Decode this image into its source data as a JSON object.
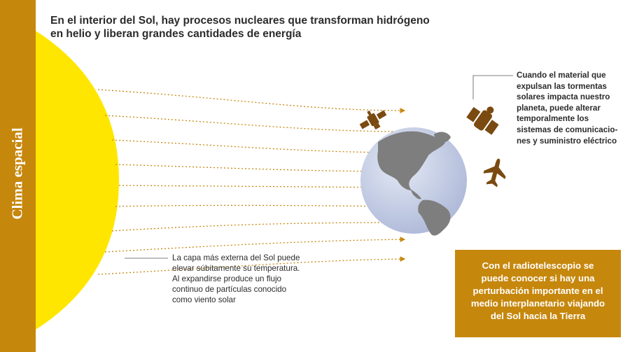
{
  "colors": {
    "accent": "#c6870d",
    "sun_yellow": "#ffe600",
    "flux_lines": "#c6870d",
    "globe_blue": "#c7cfe5",
    "land_gray": "#7e7e7e"
  },
  "sidebar": {
    "title": "Clima espacial"
  },
  "headline": {
    "lines": [
      "En el interior del Sol, hay procesos nucleares que transforman hidrógeno",
      "en helio y liberan grandes cantidades de energía"
    ]
  },
  "callout_storms": {
    "lines": [
      "Cuando el material que",
      "expulsan las tormentas",
      "solares impacta nuestro",
      "planeta, puede alterar",
      "temporalmente los",
      "sistemas de comunicacio-",
      "nes y suministro eléctrico"
    ]
  },
  "callout_solar_wind": {
    "lines": [
      "La capa más externa del Sol puede",
      "elevar súbitamente su temperatura.",
      "Al  expandirse  produce un flujo",
      "continuo de partículas conocido",
      "como viento solar"
    ]
  },
  "info_box": {
    "lines": [
      "Con el radiotelescopio se",
      "puede conocer si hay una",
      "perturbación importante en el",
      "medio interplanetario viajando",
      "del Sol hacia la Tierra"
    ]
  },
  "icons": [
    "sun",
    "earth-globe",
    "satellite-icon",
    "satellite-icon",
    "airplane-icon"
  ]
}
